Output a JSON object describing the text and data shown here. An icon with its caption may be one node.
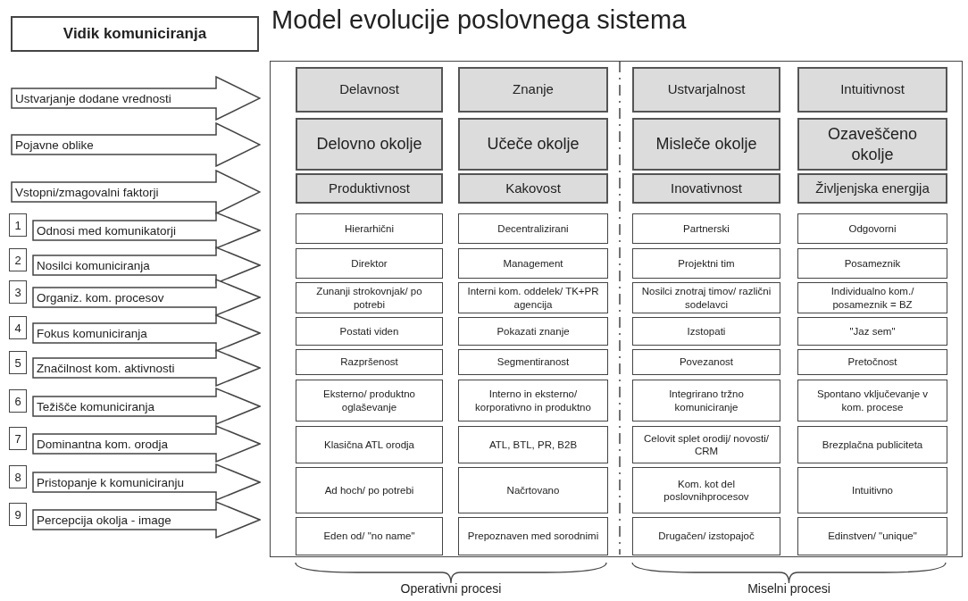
{
  "diagram": {
    "title": "Model evolucije poslovnega sistema",
    "nodes": [
      {
        "text": [
          "Vidik komuniciranja"
        ]
      },
      {
        "text": [
          "Ustvarjanje dodane vrednosti"
        ]
      },
      {
        "text": [
          "Pojavne oblike"
        ]
      },
      {
        "text": [
          "Vstopni/zmagovalni faktorji"
        ]
      },
      {
        "text": [
          "1"
        ]
      },
      {
        "text": [
          "Odnosi med komunikatorji"
        ]
      },
      {
        "text": [
          "2"
        ]
      },
      {
        "text": [
          "Nosilci komuniciranja"
        ]
      },
      {
        "text": [
          "3"
        ]
      },
      {
        "text": [
          "Organiz. kom. procesov"
        ]
      },
      {
        "text": [
          "4"
        ]
      },
      {
        "text": [
          "Fokus komuniciranja"
        ]
      },
      {
        "text": [
          "5"
        ]
      },
      {
        "text": [
          "Značilnost kom. aktivnosti"
        ]
      },
      {
        "text": [
          "6"
        ]
      },
      {
        "text": [
          "Težišče komuniciranja"
        ]
      },
      {
        "text": [
          "7"
        ]
      },
      {
        "text": [
          "Dominantna kom. orodja"
        ]
      },
      {
        "text": [
          "8"
        ]
      },
      {
        "text": [
          "Pristopanje k komuniciranju"
        ]
      },
      {
        "text": [
          "9"
        ]
      },
      {
        "text": [
          "Percepcija okolja - image"
        ]
      },
      {
        "text": [],
        "shape": "box"
      },
      {
        "text": [
          "Delavnost"
        ],
        "in": 22
      },
      {
        "text": [
          "Znanje"
        ],
        "in": 22
      },
      {
        "text": [
          "Ustvarjalnost"
        ],
        "in": 22
      },
      {
        "text": [
          "Intuitivnost"
        ],
        "in": 22
      },
      {
        "text": [
          "Delovno okolje"
        ],
        "in": 22
      },
      {
        "text": [
          "Učeče okolje"
        ],
        "in": 22
      },
      {
        "text": [
          "Misleče okolje"
        ],
        "in": 22
      },
      {
        "text": [
          "Ozaveščeno okolje"
        ],
        "in": 22
      },
      {
        "text": [
          "Produktivnost"
        ],
        "in": 22
      },
      {
        "text": [
          "Kakovost"
        ],
        "in": 22
      },
      {
        "text": [
          "Inovativnost"
        ],
        "in": 22
      },
      {
        "text": [
          "Življenjska energija"
        ],
        "in": 22
      },
      {
        "text": [
          "Hierarhični"
        ],
        "in": 22
      },
      {
        "text": [
          "Decentralizirani"
        ],
        "in": 22
      },
      {
        "text": [
          "Partnerski"
        ],
        "in": 22
      },
      {
        "text": [
          "Odgovorni"
        ],
        "in": 22
      },
      {
        "text": [
          "Direktor"
        ],
        "in": 22
      },
      {
        "text": [
          "Management"
        ],
        "in": 22
      },
      {
        "text": [
          "Projektni tim"
        ],
        "in": 22
      },
      {
        "text": [
          "Posameznik"
        ],
        "in": 22
      },
      {
        "text": [
          "Zunanji strokovnjak/ po potrebi"
        ],
        "in": 22
      },
      {
        "text": [
          "Interni kom. oddelek/ TK+PR agencija"
        ],
        "in": 22
      },
      {
        "text": [
          "Nosilci znotraj timov/ različni sodelavci"
        ],
        "in": 22
      },
      {
        "text": [
          "Individualno kom./ posameznik = BZ"
        ],
        "in": 22
      },
      {
        "text": [
          "Postati viden"
        ],
        "in": 22
      },
      {
        "text": [
          "Pokazati znanje"
        ],
        "in": 22
      },
      {
        "text": [
          "Izstopati"
        ],
        "in": 22
      },
      {
        "text": [
          "\"Jaz sem\""
        ],
        "in": 22
      },
      {
        "text": [
          "Razpršenost"
        ],
        "in": 22
      },
      {
        "text": [
          "Segmentiranost"
        ],
        "in": 22
      },
      {
        "text": [
          "Povezanost"
        ],
        "in": 22
      },
      {
        "text": [
          "Pretočnost"
        ],
        "in": 22
      },
      {
        "text": [
          "Eksterno/ produktno oglaševanje"
        ],
        "in": 22
      },
      {
        "text": [
          "Interno in eksterno/ korporativno in produktno"
        ],
        "in": 22
      },
      {
        "text": [
          "Integrirano tržno komuniciranje"
        ],
        "in": 22
      },
      {
        "text": [
          "Spontano vključevanje v kom. procese"
        ],
        "in": 22
      },
      {
        "text": [
          "Klasična ATL orodja"
        ],
        "in": 22
      },
      {
        "text": [
          "ATL, BTL, PR, B2B"
        ],
        "in": 22
      },
      {
        "text": [
          "Celovit splet orodij/ novosti/ CRM"
        ],
        "in": 22
      },
      {
        "text": [
          "Brezplačna publiciteta"
        ],
        "in": 22
      },
      {
        "text": [
          "Ad hoch/ po potrebi"
        ],
        "in": 22
      },
      {
        "text": [
          "Načrtovano"
        ],
        "in": 22
      },
      {
        "text": [
          "Kom. kot del poslovnihprocesov"
        ],
        "in": 22
      },
      {
        "text": [
          "Intuitivno"
        ],
        "in": 22
      },
      {
        "text": [
          "Eden od/ \"no name\""
        ],
        "in": 22
      },
      {
        "text": [
          "Prepoznaven med sorodnimi"
        ],
        "in": 22
      },
      {
        "text": [
          "Drugačen/ izstopajoč"
        ],
        "in": 22
      },
      {
        "text": [
          "Edinstven/ \"unique\""
        ],
        "in": 22
      }
    ],
    "labels": [
      "Operativni procesi",
      "Miselni procesi"
    ]
  }
}
